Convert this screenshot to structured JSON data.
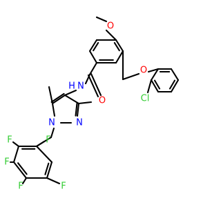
{
  "colors": {
    "O": "#ff0000",
    "N": "#0000ff",
    "F": "#33cc33",
    "Cl": "#33cc33",
    "bond": "#000000"
  },
  "atoms": [
    {
      "id": "O_methoxy",
      "symbol": "O"
    },
    {
      "id": "O_ether",
      "symbol": "O"
    },
    {
      "id": "Cl",
      "symbol": "Cl"
    },
    {
      "id": "NH",
      "symbol": "N"
    },
    {
      "id": "H_amide",
      "symbol": "H"
    },
    {
      "id": "O_carbonyl",
      "symbol": "O"
    },
    {
      "id": "N_pyrazole_1",
      "symbol": "N"
    },
    {
      "id": "N_pyrazole_2",
      "symbol": "N"
    },
    {
      "id": "F1",
      "symbol": "F"
    },
    {
      "id": "F2",
      "symbol": "F"
    },
    {
      "id": "F3",
      "symbol": "F"
    },
    {
      "id": "F4",
      "symbol": "F"
    },
    {
      "id": "F5",
      "symbol": "F"
    }
  ]
}
